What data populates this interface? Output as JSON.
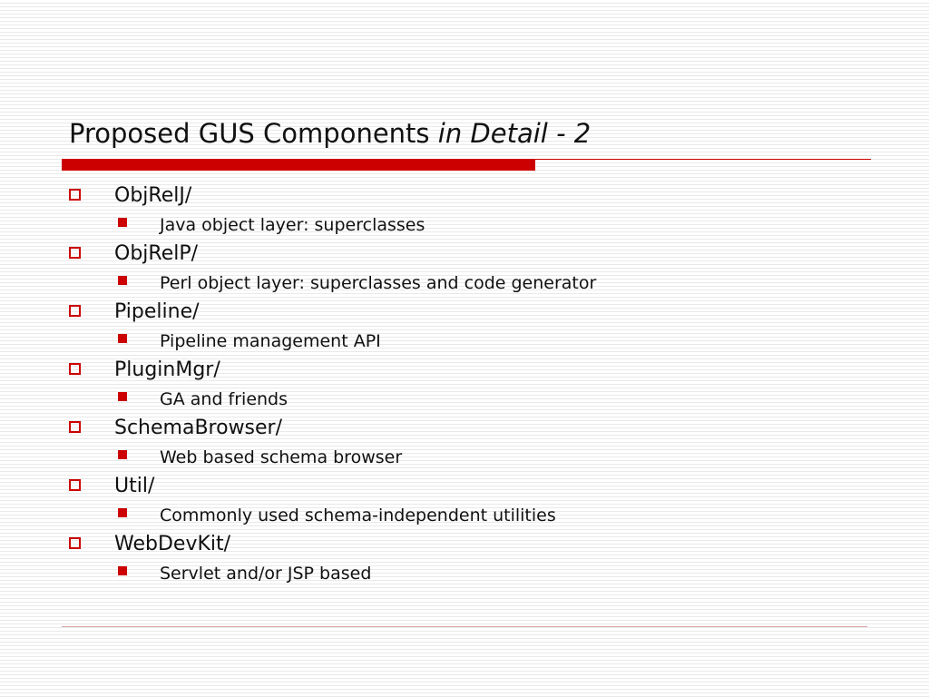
{
  "slide": {
    "title_main": "Proposed GUS Components ",
    "title_italic": "in Detail - 2",
    "accent_color": "#cc0000",
    "items": [
      {
        "label": "ObjRelJ/",
        "sub": "Java object layer: superclasses"
      },
      {
        "label": "ObjRelP/",
        "sub": "Perl object layer: superclasses and code generator"
      },
      {
        "label": "Pipeline/",
        "sub": "Pipeline management API"
      },
      {
        "label": "PluginMgr/",
        "sub": "GA and friends"
      },
      {
        "label": "SchemaBrowser/",
        "sub": "Web based schema browser"
      },
      {
        "label": "Util/",
        "sub": "Commonly used schema-independent utilities"
      },
      {
        "label": "WebDevKit/",
        "sub": "Servlet and/or JSP based"
      }
    ]
  }
}
